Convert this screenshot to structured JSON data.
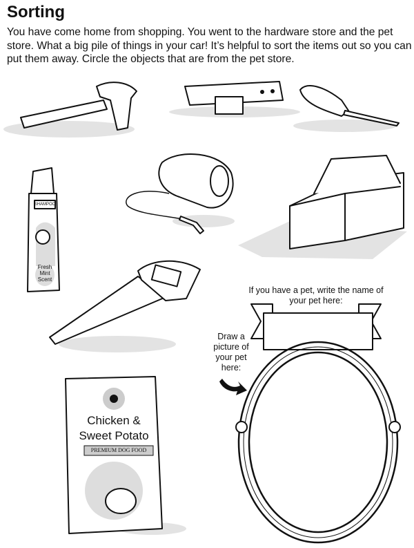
{
  "worksheet": {
    "title": "Sorting",
    "instructions": "You have come home from shopping.  You went to the hardware store and the pet store.  What a big pile of things in your car!  It’s helpful to sort the items out so you can put them away.  Circle the objects that are from the pet store."
  },
  "items": {
    "shampoo_label": "SHAMPOO",
    "shampoo_scent": "Fresh Mint Scent",
    "dog_food_name": "Chicken & Sweet Potato",
    "dog_food_type": "PREMIUM DOG FOOD"
  },
  "pet_section": {
    "name_prompt": "If you have a pet, write the name of your pet here:",
    "draw_prompt": "Draw a picture of your pet here:"
  }
}
